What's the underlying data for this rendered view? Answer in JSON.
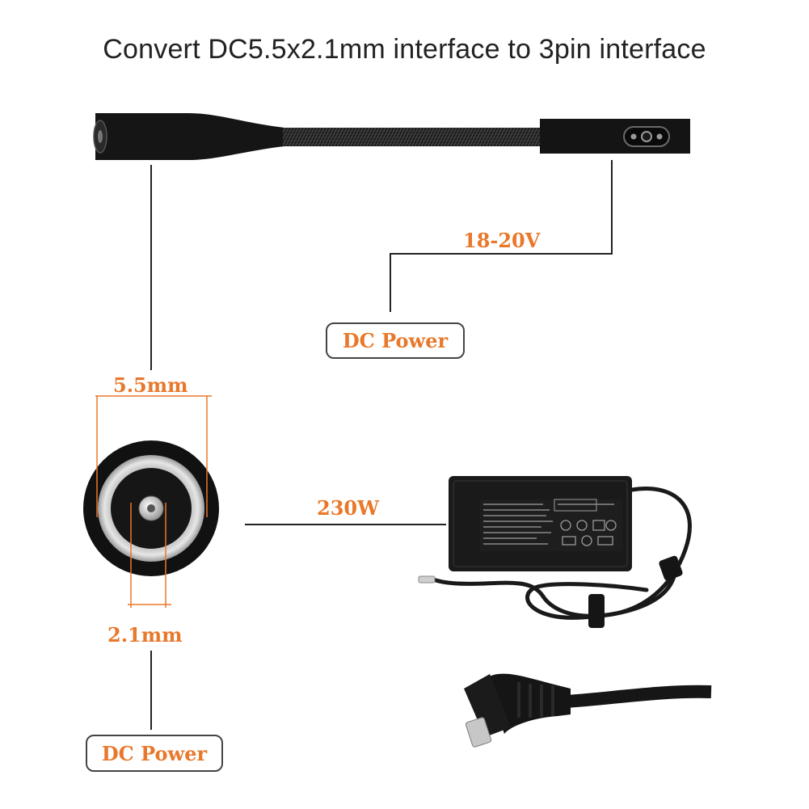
{
  "title": "Convert DC5.5x2.1mm interface to 3pin interface",
  "labels": {
    "voltage": "18-20V",
    "power": "230W",
    "outer_diameter": "5.5mm",
    "inner_diameter": "2.1mm"
  },
  "callouts": {
    "dc_power_top": "DC Power",
    "dc_power_bottom": "DC Power"
  },
  "colors": {
    "accent": "#e8782b",
    "line": "#222222",
    "product": "#1a1a1a"
  }
}
